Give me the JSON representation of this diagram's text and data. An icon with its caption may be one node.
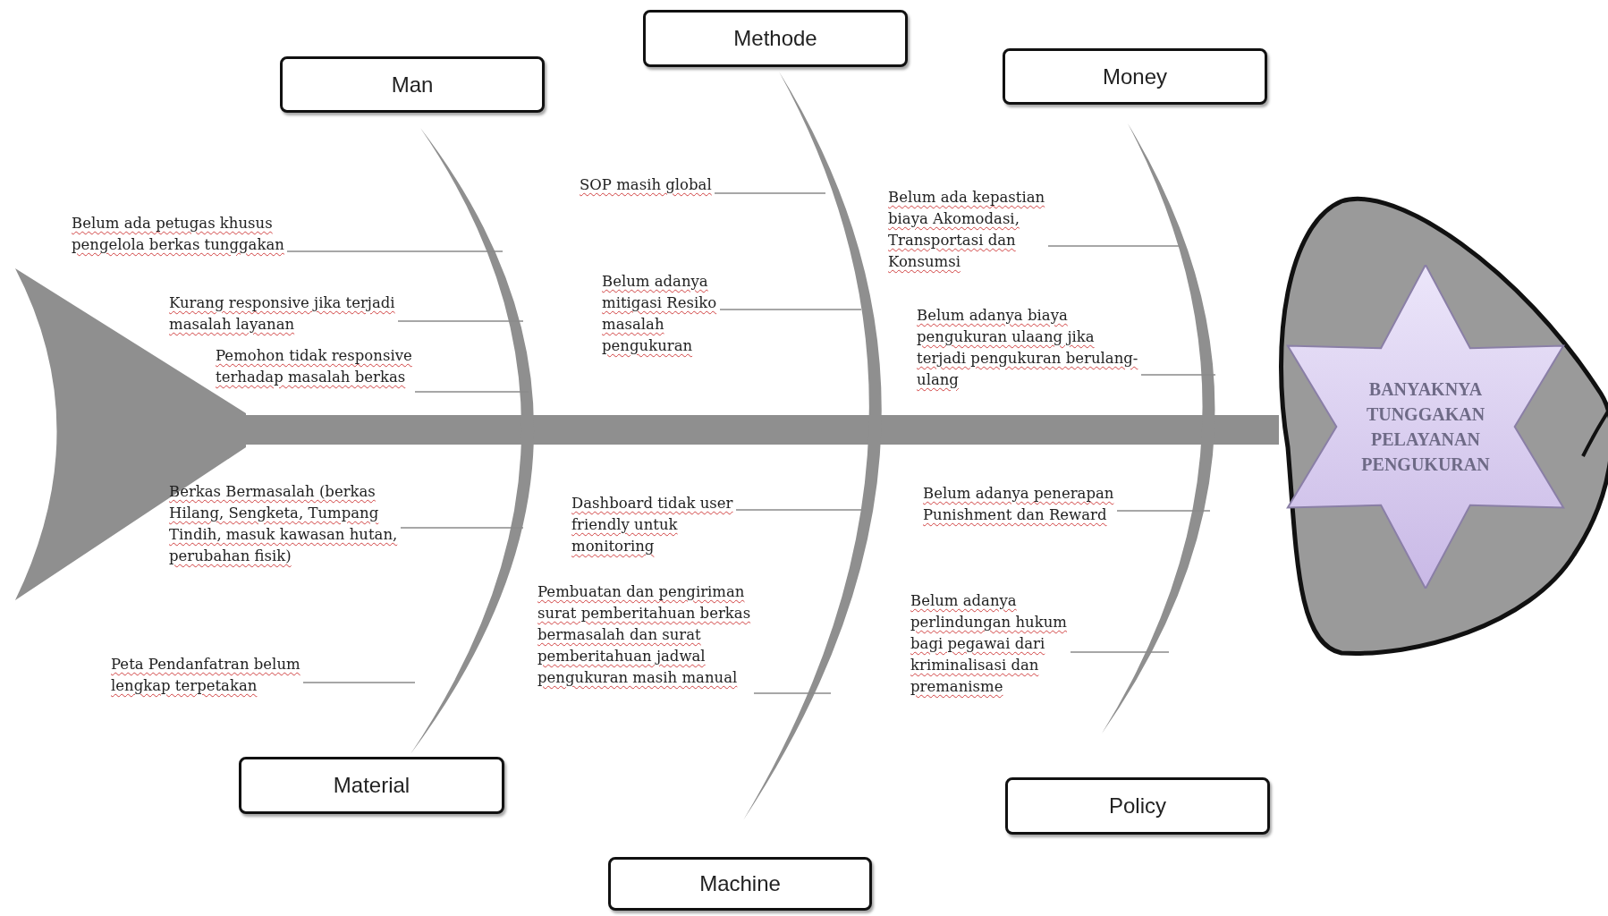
{
  "diagram": {
    "nodes": [
      {
        "text": [
          "Man"
        ]
      },
      {
        "text": [
          "Methode"
        ]
      },
      {
        "text": [
          "Money"
        ]
      },
      {
        "text": [
          "Material"
        ]
      },
      {
        "text": [
          "Machine"
        ]
      },
      {
        "text": [
          "Policy"
        ]
      },
      {
        "text": [
          "Belum ada petugas khusus pengelola berkas tunggakan"
        ]
      },
      {
        "text": [
          "Kurang responsive jika terjadi masalah layanan"
        ]
      },
      {
        "text": [
          "Pemohon tidak responsive terhadap masalah berkas"
        ]
      },
      {
        "text": [
          "Berkas Bermasalah (berkas Hilang, Sengketa, Tumpang Tindih, masuk kawasan hutan, perubahan fisik)"
        ]
      },
      {
        "text": [
          "Peta Pendanfatran belum lengkap terpetakan"
        ]
      },
      {
        "text": [
          "SOP masih global"
        ]
      },
      {
        "text": [
          "Belum adanya mitigasi Resiko masalah pengukuran"
        ]
      },
      {
        "text": [
          "Dashboard tidak user friendly untuk monitoring"
        ]
      },
      {
        "text": [
          "Pembuatan dan pengiriman surat pemberitahuan berkas bermasalah dan surat pemberitahuan jadwal pengukuran masih manual"
        ]
      },
      {
        "text": [
          "Belum ada kepastian biaya Akomodasi, Transportasi dan Konsumsi"
        ]
      },
      {
        "text": [
          "Belum adanya biaya pengukuran ulaang jika terjadi pengukuran berulang-ulang"
        ]
      },
      {
        "text": [
          "Belum adanya penerapan Punishment dan Reward"
        ]
      },
      {
        "text": [
          "Belum adanya perlindungan hukum bagi pegawai dari kriminalisasi dan premanisme"
        ]
      },
      {
        "text": [
          "BANYAKNYA TUNGGAKAN PELAYANAN PENGUKURAN"
        ]
      }
    ],
    "edges": [
      {
        "from": 6,
        "to": null,
        "arrow": "none"
      },
      {
        "from": 7,
        "to": null,
        "arrow": "none"
      },
      {
        "from": 8,
        "to": null,
        "arrow": "none"
      },
      {
        "from": 9,
        "to": null,
        "arrow": "none"
      },
      {
        "from": 10,
        "to": null,
        "arrow": "none"
      },
      {
        "from": 11,
        "to": null,
        "arrow": "none"
      },
      {
        "from": 12,
        "to": null,
        "arrow": "none"
      },
      {
        "from": 13,
        "to": null,
        "arrow": "none"
      },
      {
        "from": 14,
        "to": null,
        "arrow": "none"
      },
      {
        "from": 15,
        "to": null,
        "arrow": "none"
      },
      {
        "from": 16,
        "to": null,
        "arrow": "none"
      },
      {
        "from": 17,
        "to": null,
        "arrow": "none"
      },
      {
        "from": 18,
        "to": null,
        "arrow": "none"
      }
    ]
  }
}
